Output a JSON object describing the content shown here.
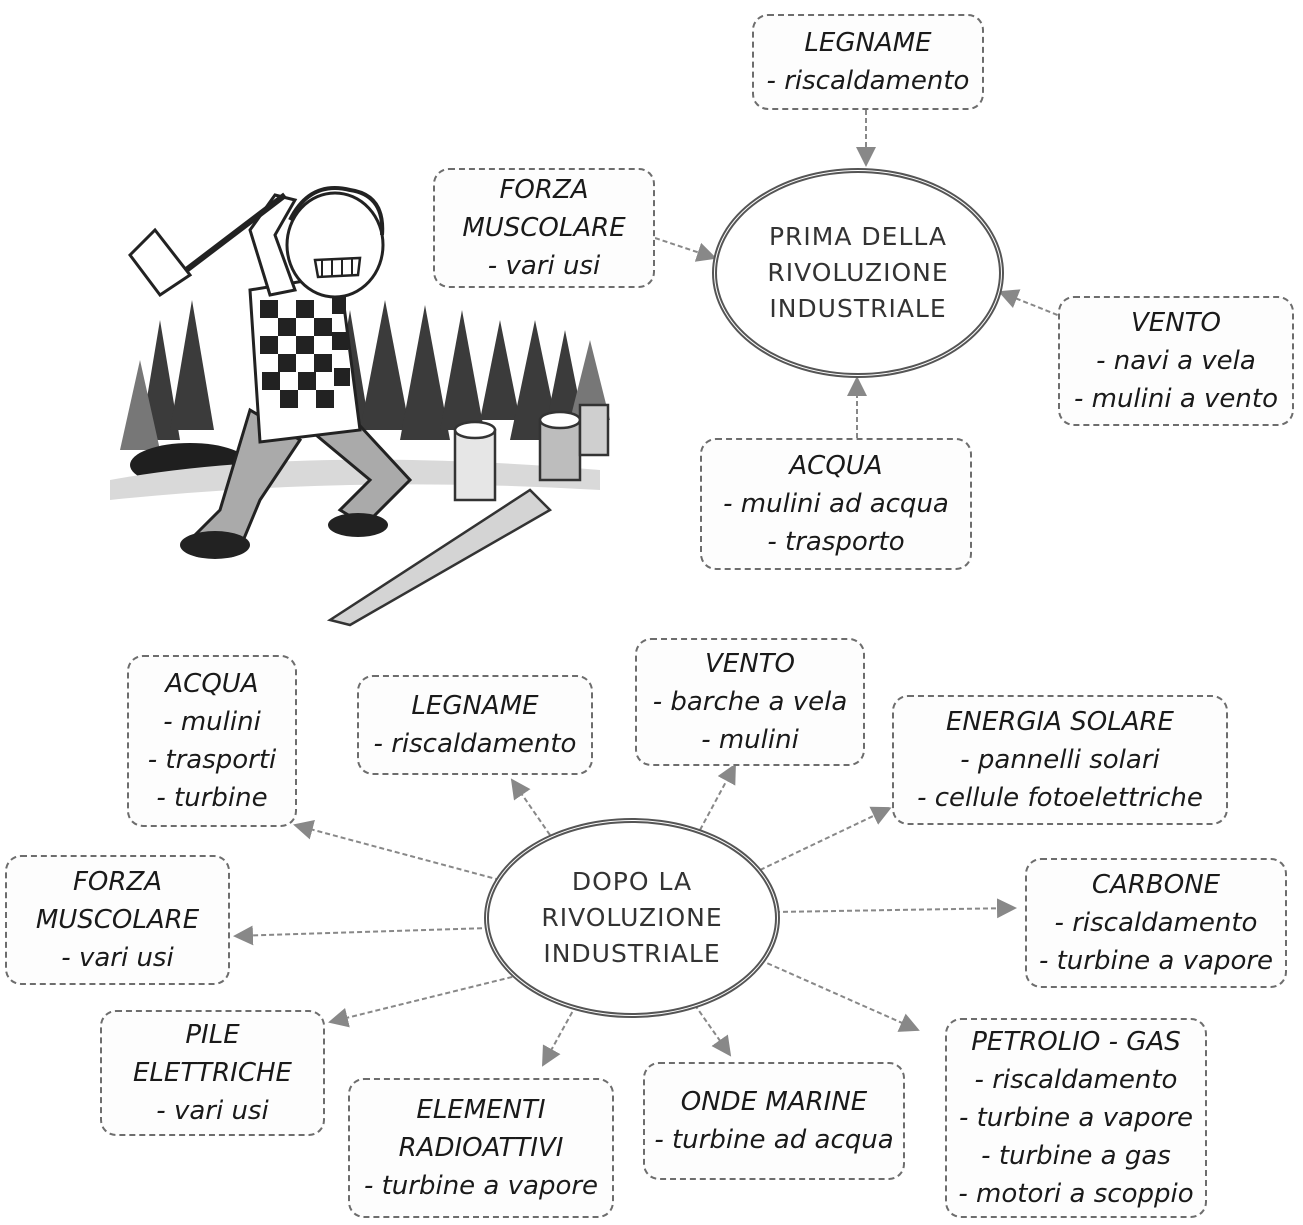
{
  "hub_before": [
    "PRIMA DELLA",
    "RIVOLUZIONE",
    "INDUSTRIALE"
  ],
  "hub_after": [
    "DOPO LA",
    "RIVOLUZIONE",
    "INDUSTRIALE"
  ],
  "before": {
    "legname": [
      "LEGNAME",
      "- riscaldamento"
    ],
    "forza": [
      "FORZA",
      "MUSCOLARE",
      "- vari usi"
    ],
    "vento": [
      "VENTO",
      "- navi a vela",
      "- mulini a vento"
    ],
    "acqua": [
      "ACQUA",
      "- mulini ad acqua",
      "- trasporto"
    ]
  },
  "after": {
    "acqua": [
      "ACQUA",
      "- mulini",
      "- trasporti",
      "- turbine"
    ],
    "legname": [
      "LEGNAME",
      "- riscaldamento"
    ],
    "vento": [
      "VENTO",
      "- barche a vela",
      "- mulini"
    ],
    "solare": [
      "ENERGIA SOLARE",
      "- pannelli solari",
      "- cellule fotoelettriche"
    ],
    "forza": [
      "FORZA",
      "MUSCOLARE",
      "- vari usi"
    ],
    "carbone": [
      "CARBONE",
      "- riscaldamento",
      "- turbine a vapore"
    ],
    "pile": [
      "PILE",
      "ELETTRICHE",
      "- vari usi"
    ],
    "radioattivi": [
      "ELEMENTI",
      "RADIOATTIVI",
      "- turbine a vapore"
    ],
    "onde": [
      "ONDE MARINE",
      "- turbine ad acqua"
    ],
    "petrolio": [
      "PETROLIO - GAS",
      "- riscaldamento",
      "- turbine a vapore",
      "- turbine a gas",
      "- motori a scoppio"
    ]
  }
}
